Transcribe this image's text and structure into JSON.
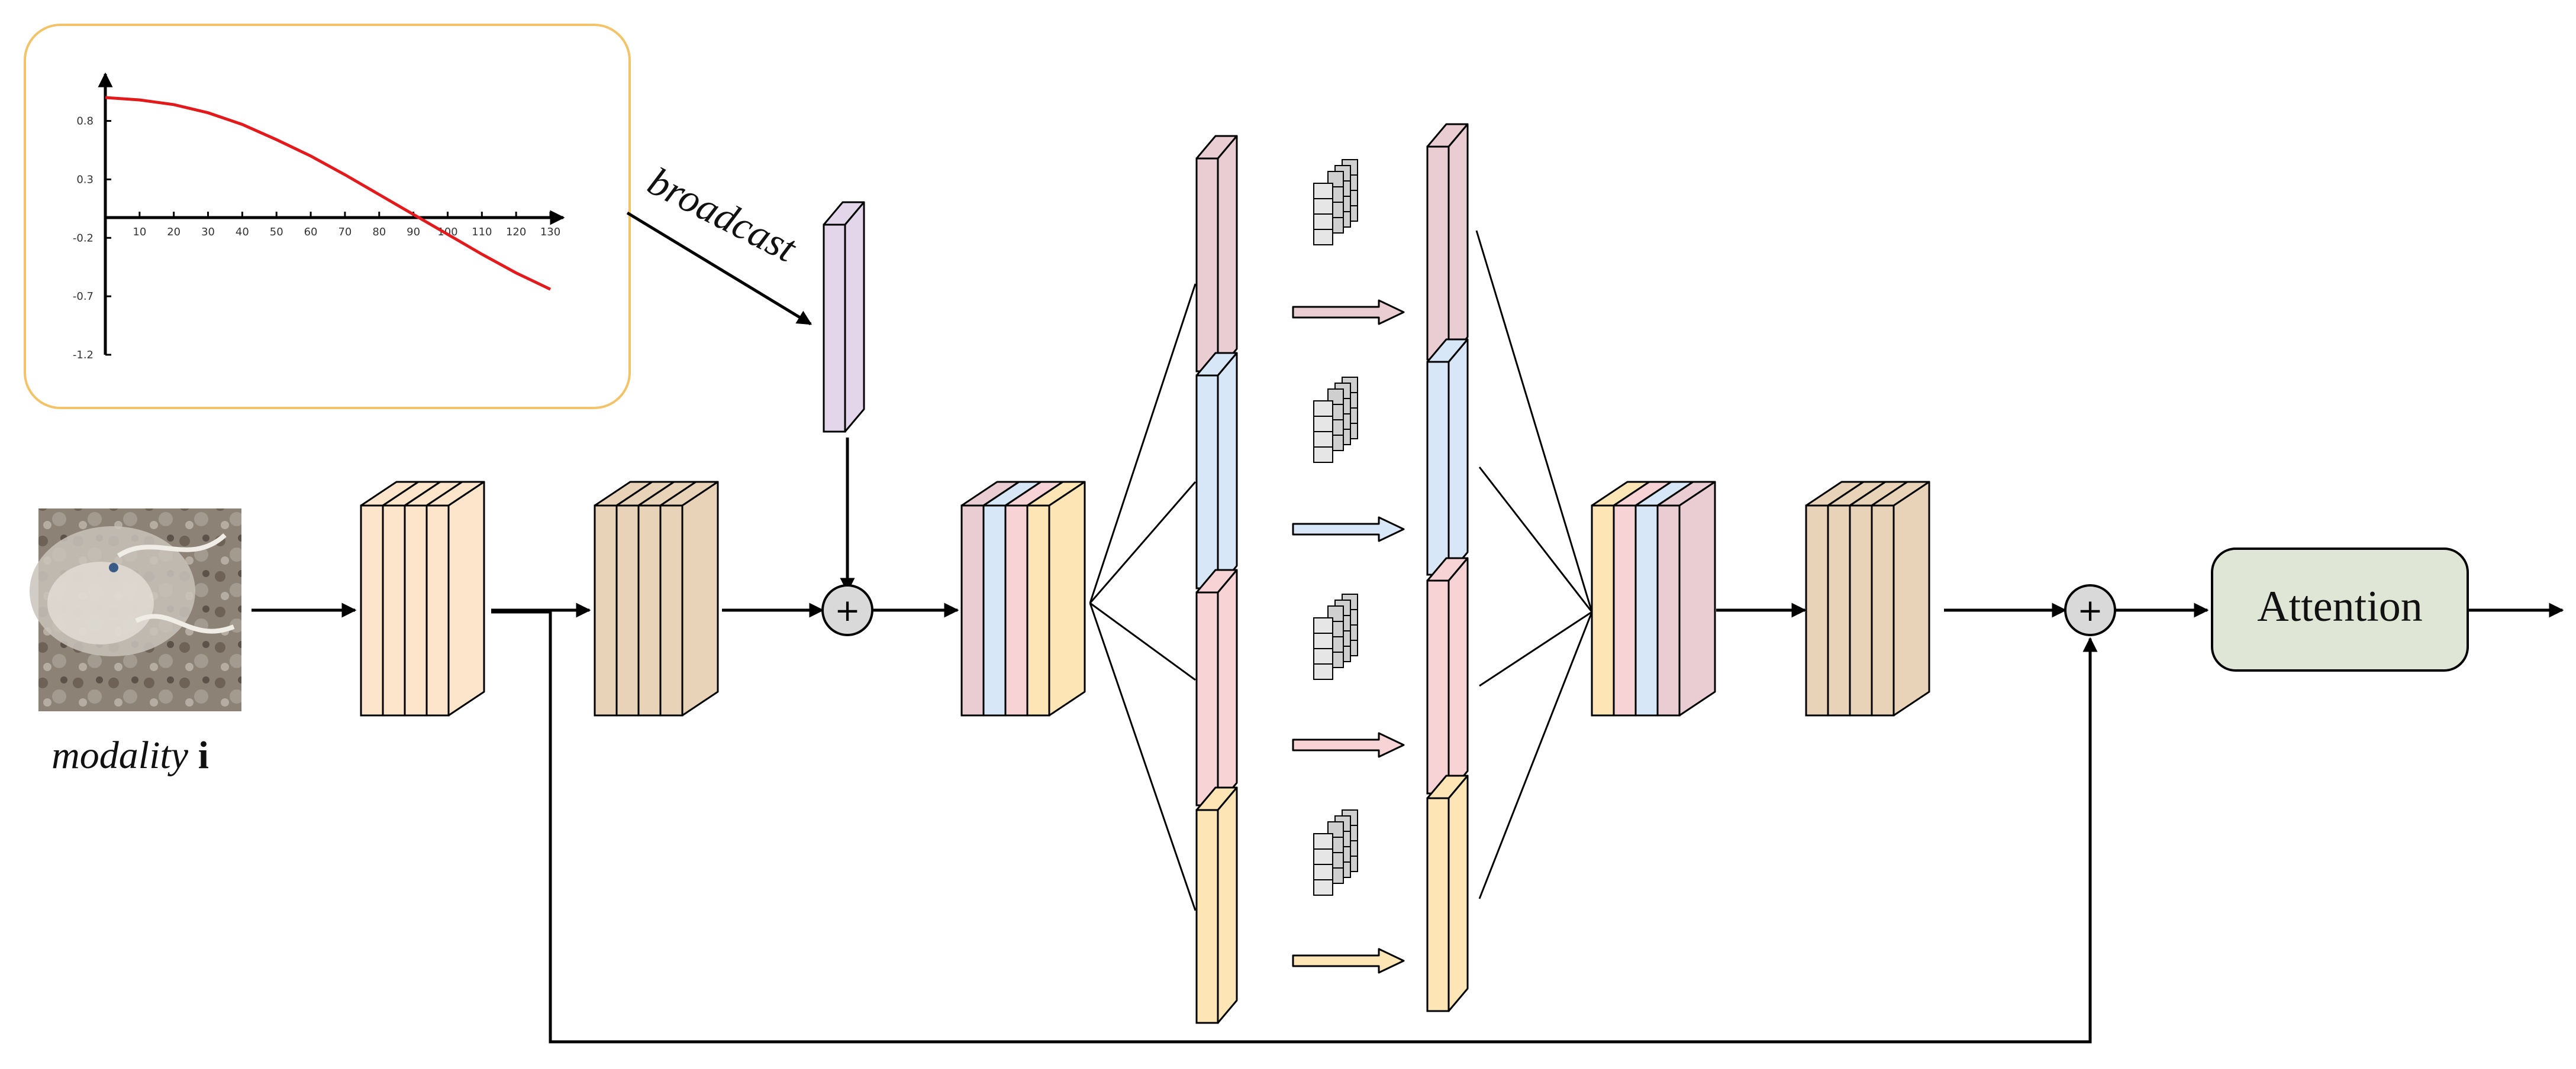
{
  "labels": {
    "broadcast": "broadcast",
    "modality_word": "modality",
    "modality_index": "i",
    "attention": "Attention",
    "plus": "+"
  },
  "colors": {
    "peach": "#fde5cc",
    "tan": "#e9d3b8",
    "lavender": "#e3d6ea",
    "mauve": "#e9cdd3",
    "blue": "#d8e7f8",
    "pink": "#f8d3d6",
    "yellow": "#fde5b5",
    "inset_border": "#f3c36a",
    "attention_fill": "#dfe6d6",
    "curve": "#e31a1c",
    "plus_fill": "#d9d9d9",
    "grid_fill": "#cfcfcf"
  },
  "chart_data": {
    "type": "line",
    "x_ticks": [
      "10",
      "20",
      "30",
      "40",
      "50",
      "60",
      "70",
      "80",
      "90",
      "100",
      "110",
      "120",
      "130"
    ],
    "y_ticks": [
      "0.8",
      "0.3",
      "-0.2",
      "-0.7",
      "-1.2"
    ],
    "x": [
      0,
      10,
      20,
      30,
      40,
      50,
      60,
      70,
      80,
      90,
      100,
      110,
      120,
      130
    ],
    "y": [
      1.0,
      0.98,
      0.94,
      0.87,
      0.77,
      0.64,
      0.5,
      0.34,
      0.17,
      0.0,
      -0.17,
      -0.34,
      -0.5,
      -0.64
    ],
    "xlim": [
      0,
      130
    ],
    "ylim": [
      -1.2,
      1.0
    ]
  }
}
